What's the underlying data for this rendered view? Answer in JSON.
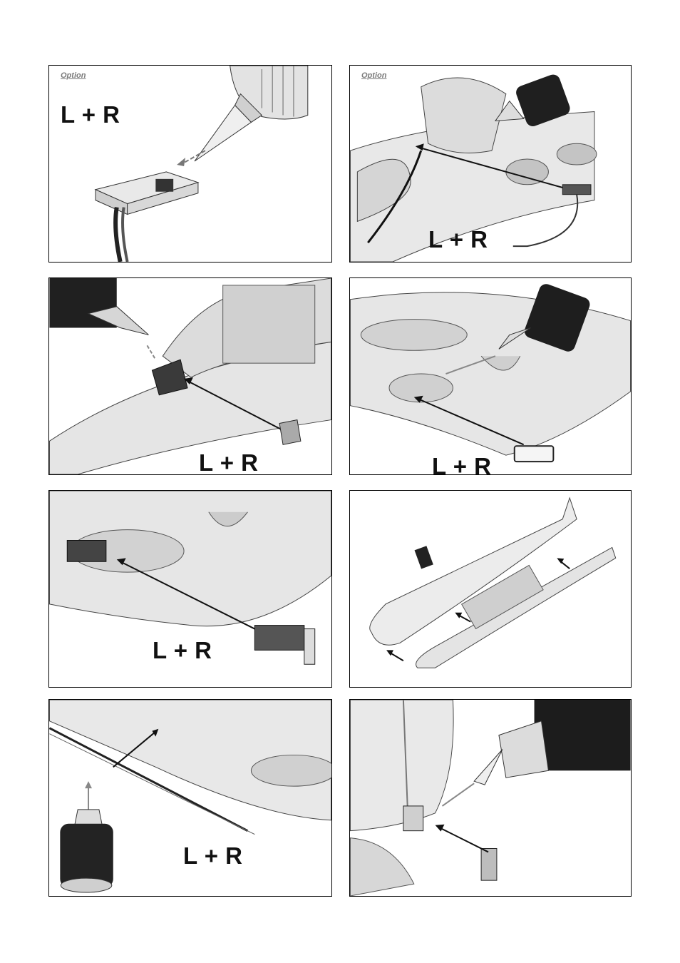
{
  "colors": {
    "frame": "#000000",
    "part": "#e6e6e6",
    "shade": "#c9c9c9",
    "dark": "#2a2a2a",
    "arrow": "#222222"
  },
  "icons": [
    "glue-bottle-icon",
    "servo-frame-icon",
    "servo-icon",
    "clevis-icon"
  ],
  "panels": [
    {
      "option": "Option",
      "label": "L + R"
    },
    {
      "option": "Option",
      "label": "L + R"
    },
    {
      "option": "",
      "label": "L + R"
    },
    {
      "option": "",
      "label": "L + R"
    },
    {
      "option": "",
      "label": "L + R"
    },
    {
      "option": "",
      "label": ""
    },
    {
      "option": "",
      "label": "L + R"
    },
    {
      "option": "",
      "label": ""
    }
  ]
}
